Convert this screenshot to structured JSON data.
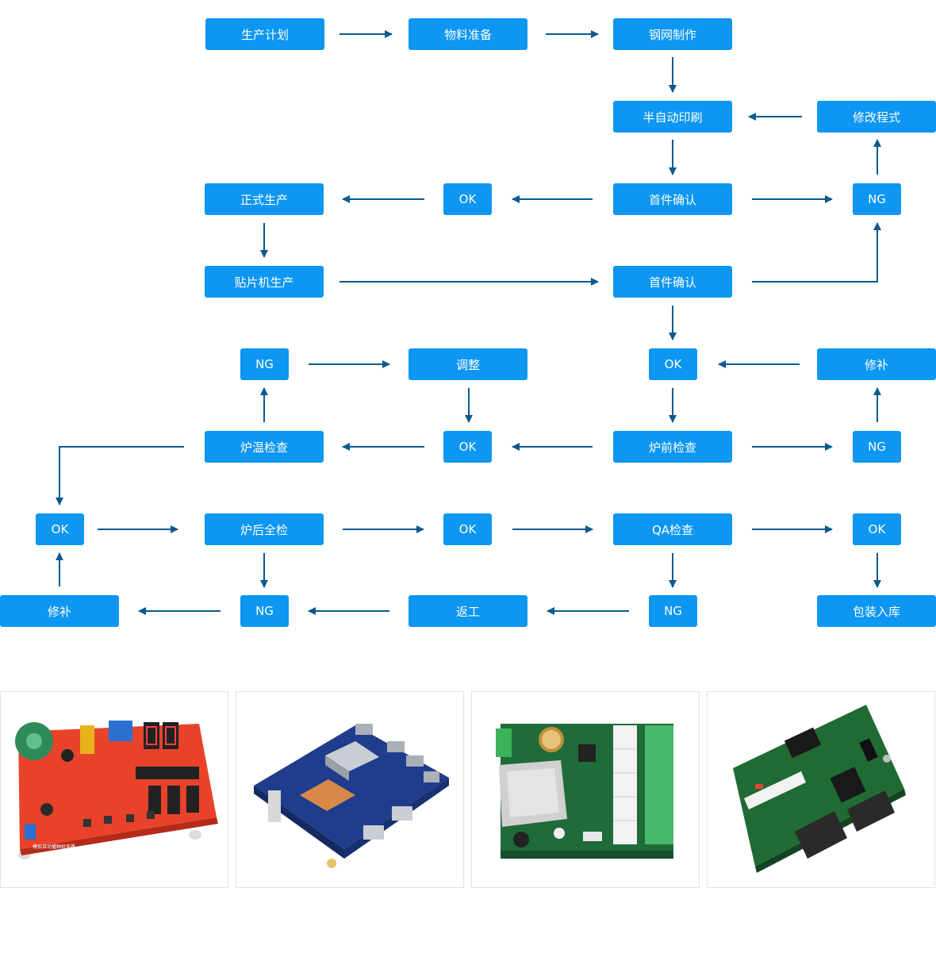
{
  "colors": {
    "node_fill": "#0d96f2",
    "node_text": "#ffffff",
    "arrow": "#0b5a8e",
    "card_border": "#e3e3e3"
  },
  "flow": {
    "n_plan": "生产计划",
    "n_material": "物料准备",
    "n_stencil": "钢网制作",
    "n_print": "半自动印刷",
    "n_modify": "修改程式",
    "n_first1": "首件确认",
    "n_ok1": "OK",
    "n_ng1": "NG",
    "n_formal": "正式生产",
    "n_smt": "贴片机生产",
    "n_first2": "首件确认",
    "n_ng2": "NG",
    "n_adjust": "调整",
    "n_ok2": "OK",
    "n_repair1": "修补",
    "n_furnace_temp": "炉温检查",
    "n_ok3": "OK",
    "n_pre_check": "炉前检查",
    "n_ng3": "NG",
    "n_ok4": "OK",
    "n_post_check": "炉后全检",
    "n_ok5": "OK",
    "n_qa": "QA检查",
    "n_ok6": "OK",
    "n_repair2": "修补",
    "n_ng4": "NG",
    "n_rework": "返工",
    "n_ng5": "NG",
    "n_pack": "包装入库"
  },
  "gallery": {
    "products": [
      {
        "icon": "red-pcb-board-photo",
        "silk": "模拟自动播种机电路"
      },
      {
        "icon": "blue-pcb-board-photo"
      },
      {
        "icon": "green-relay-pcb-photo"
      },
      {
        "icon": "green-controller-pcb-photo"
      }
    ]
  }
}
